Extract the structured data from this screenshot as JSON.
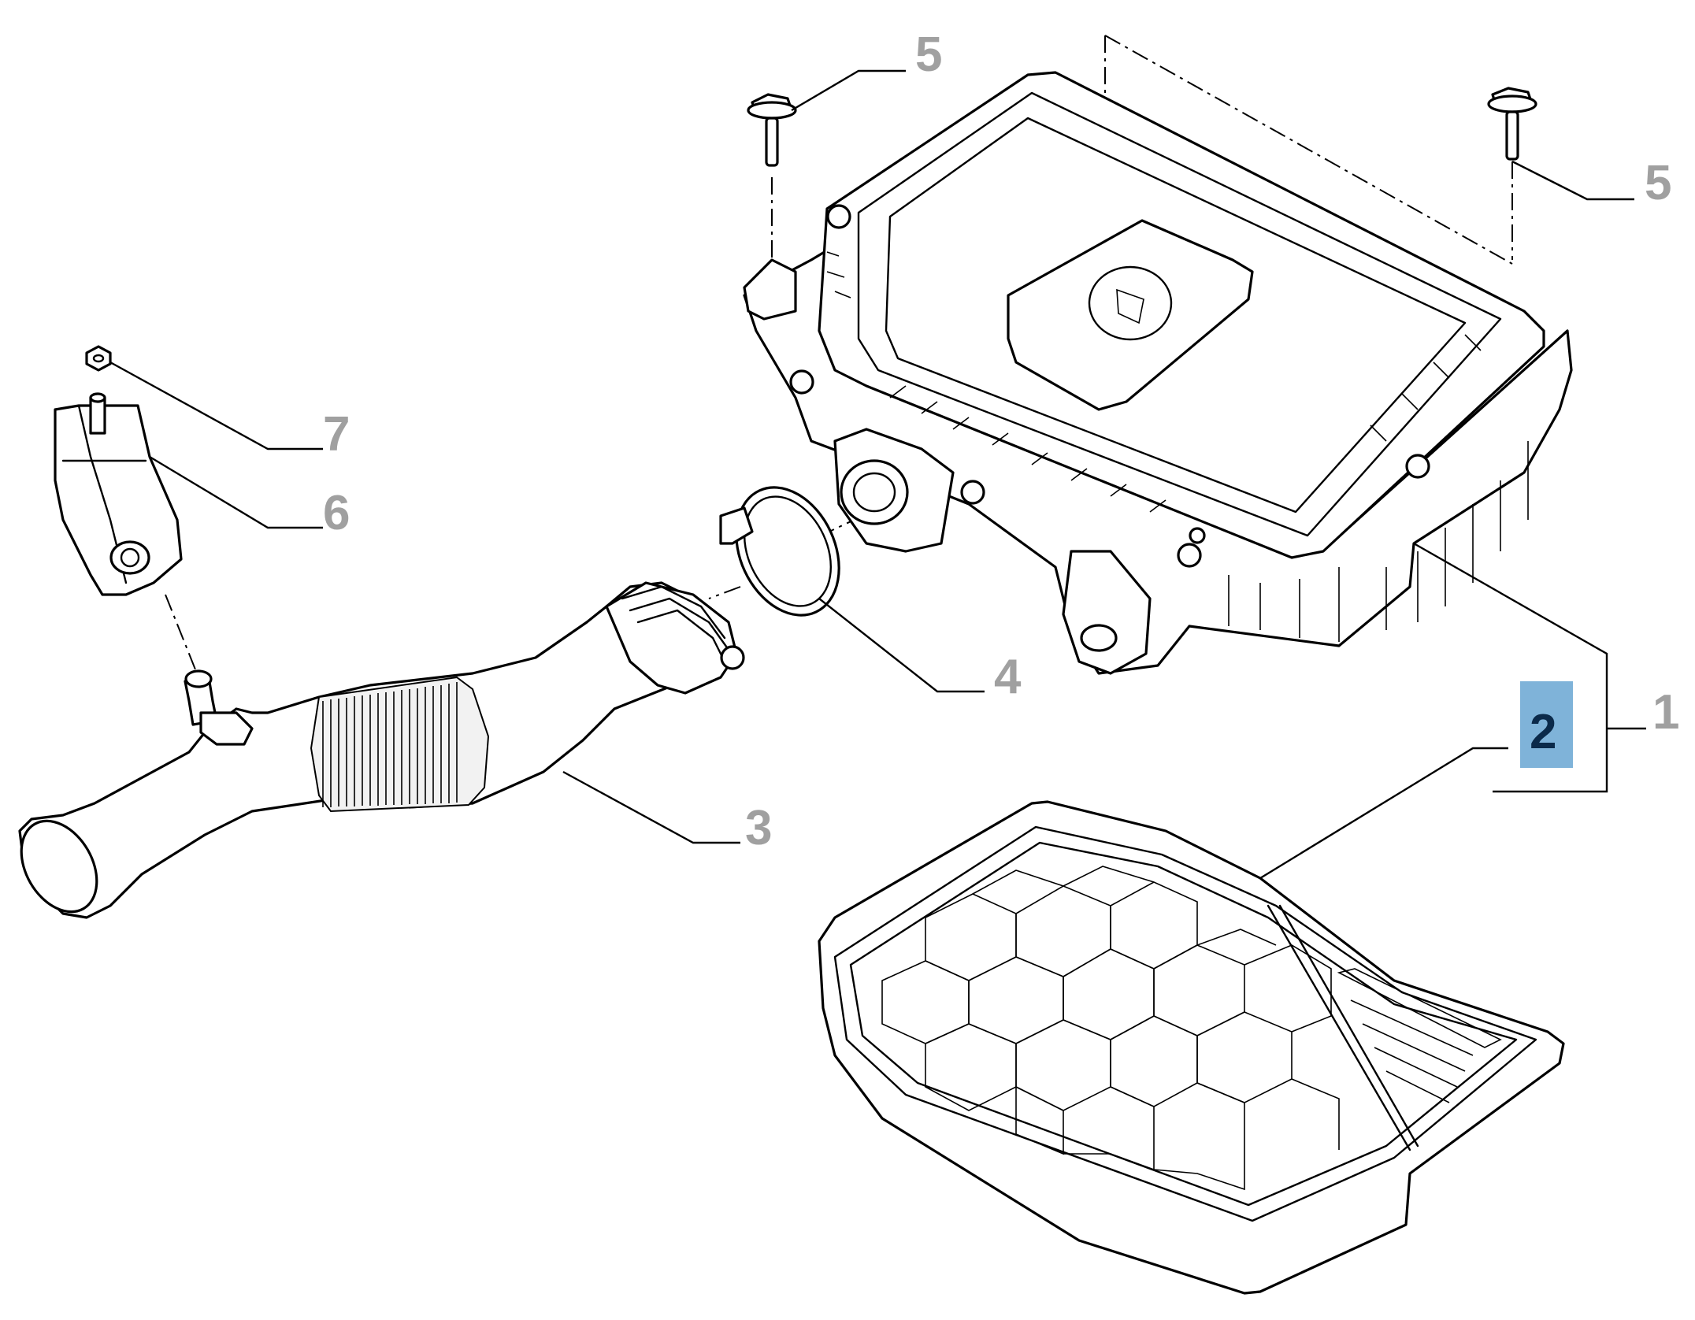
{
  "callouts": {
    "c1": "1",
    "c2": "2",
    "c3": "3",
    "c4": "4",
    "c5a": "5",
    "c5b": "5",
    "c6": "6",
    "c7": "7"
  },
  "colors": {
    "callout_text": "#a0a0a0",
    "selected_highlight": "#7fb3d9",
    "selected_text": "#0b2a4a",
    "line": "#000000",
    "background": "#ffffff"
  },
  "selected_part": "2"
}
